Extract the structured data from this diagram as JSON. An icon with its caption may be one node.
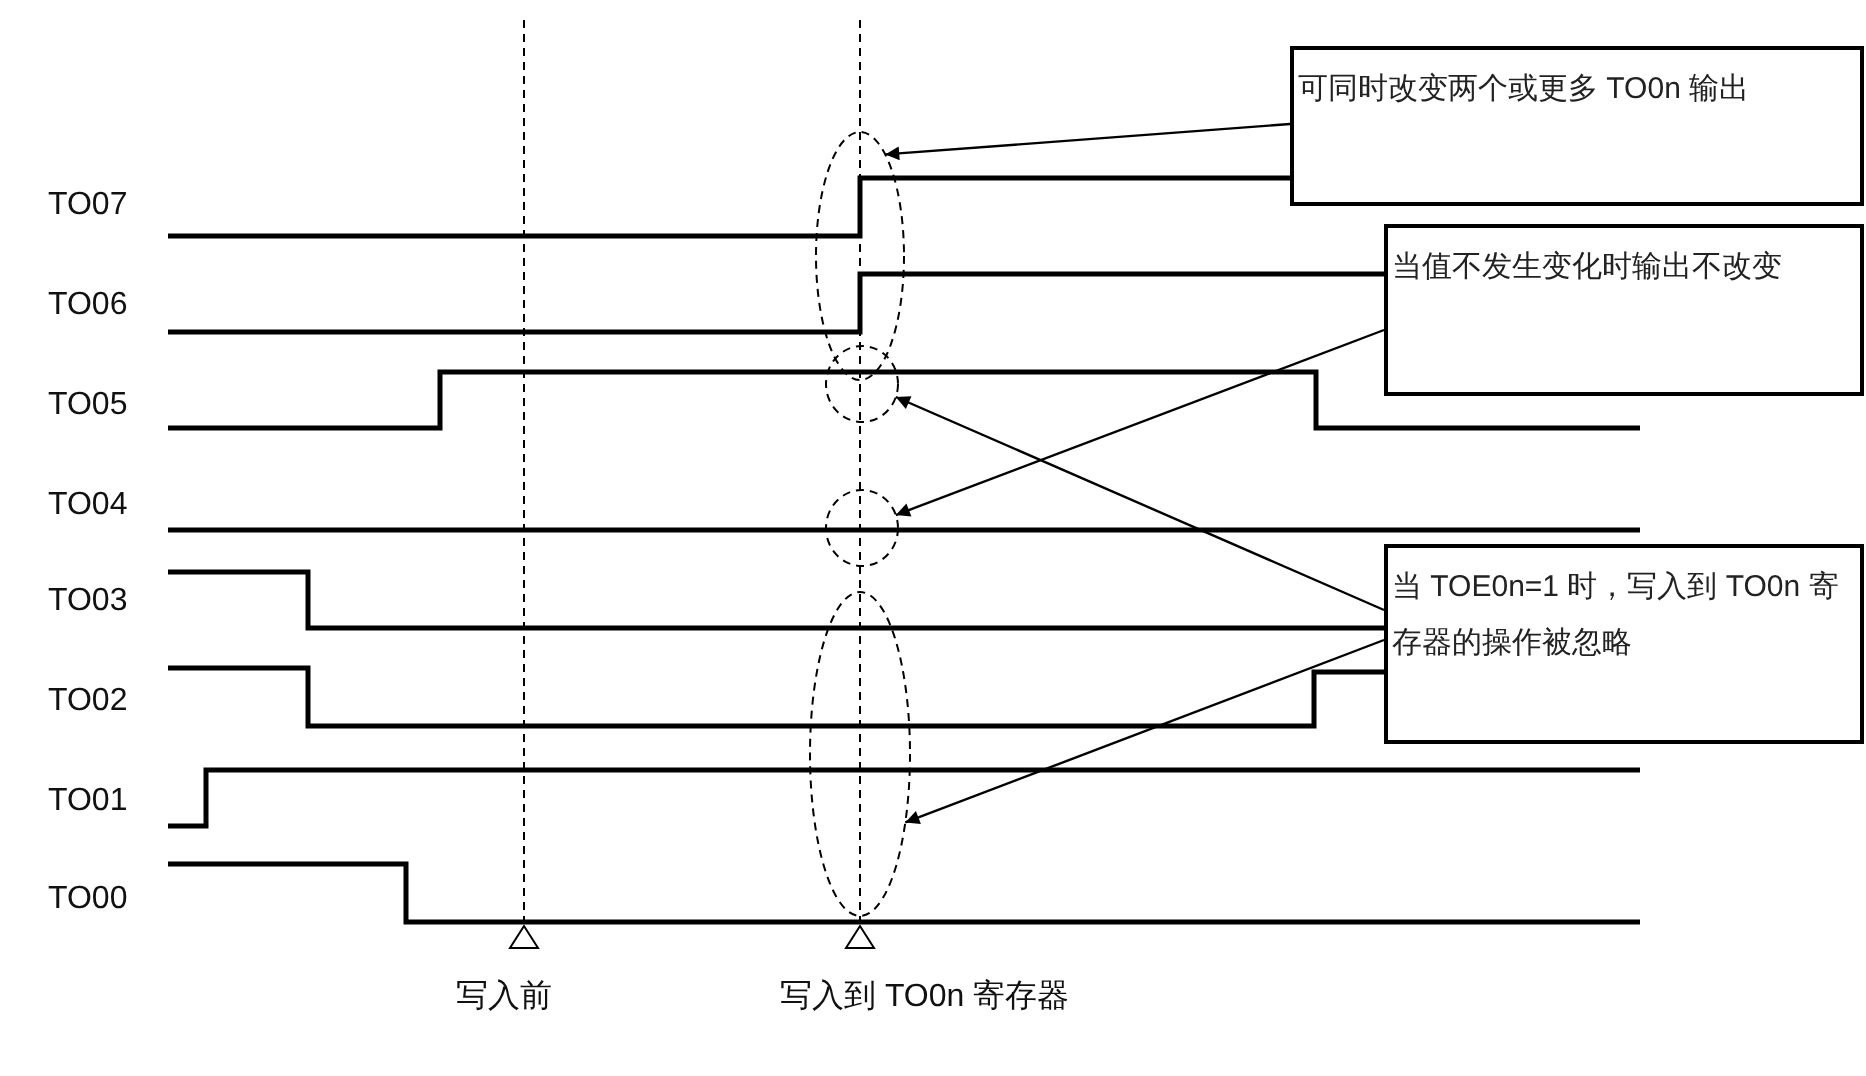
{
  "diagram": {
    "nodes": [
      {
        "text": [
          "可同时改变两个或更多 TO0n 输出"
        ]
      },
      {
        "text": [],
        "shape": "circle"
      },
      {
        "text": [
          "当值不发生变化时输出不改变"
        ]
      },
      {
        "text": [],
        "shape": "circle"
      },
      {
        "text": [],
        "shape": "circle"
      },
      {
        "text": [
          "当 TOE0n=1 时，写入到 TO0n 寄存器的操作被忽略"
        ]
      },
      {
        "text": [],
        "shape": "circle"
      }
    ],
    "edges": [
      {
        "from": 0,
        "to": 1,
        "arrow": "to"
      },
      {
        "from": 2,
        "to": 4,
        "arrow": "to"
      },
      {
        "from": 5,
        "to": 3,
        "arrow": "to"
      },
      {
        "from": 5,
        "to": 6,
        "arrow": "to"
      }
    ],
    "labels": [
      "TO07",
      "TO06",
      "TO05",
      "TO04",
      "TO03",
      "TO02",
      "TO01",
      "TO00",
      "写入前",
      "写入到 TO0n 寄存器"
    ]
  }
}
